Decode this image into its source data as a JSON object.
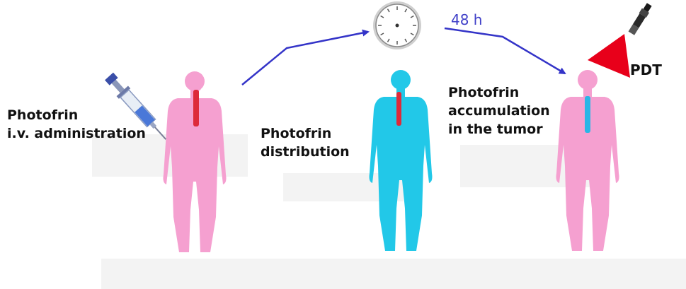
{
  "labels": {
    "administration": [
      "Photofrin",
      "i.v. administration"
    ],
    "distribution": [
      "Photofrin",
      "distribution"
    ],
    "accumulation": [
      "Photofrin",
      "accumulation",
      "in the tumor"
    ],
    "interval": "48 h",
    "treatment": "PDT"
  },
  "colors": {
    "body_pink": "#f5a0d0",
    "body_cyan": "#22c8e8",
    "vessel_red": "#dd2a3a",
    "vessel_blue": "#2ab6e6",
    "arrow": "#3434c8",
    "laser_cone": "#e8001a",
    "floor": "#f3f3f3"
  },
  "icons": {
    "syringe": "syringe-icon",
    "clock": "clock-icon",
    "laser": "laser-pointer-icon"
  }
}
